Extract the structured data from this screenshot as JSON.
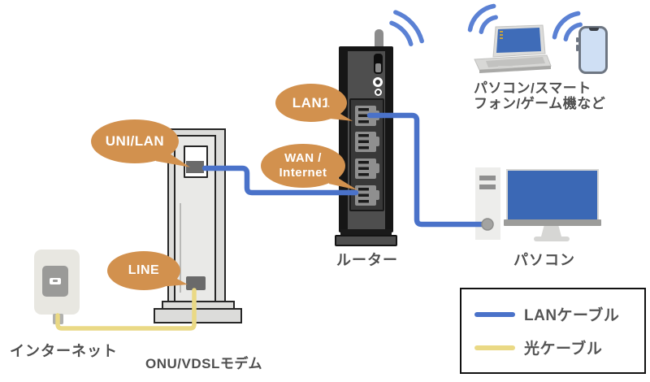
{
  "bubbles": {
    "uni_lan": "UNI/LAN",
    "lan1": "LAN1",
    "wan_line1": "WAN /",
    "wan_line2": "Internet",
    "line": "LINE"
  },
  "labels": {
    "internet": "インターネット",
    "modem": "ONU/VDSLモデム",
    "router": "ルーター",
    "pc": "パソコン",
    "wireless_devices_line1": "パソコン/スマート",
    "wireless_devices_line2": "フォン/ゲーム機など"
  },
  "legend": {
    "lan_cable": "LANケーブル",
    "optical_cable": "光ケーブル"
  },
  "colors": {
    "bubble_orange": "#d2914e",
    "lan_cable_blue": "#4a72c9",
    "optical_cable_yellow": "#ead985",
    "wifi_blue": "#5b81d4",
    "screen_blue": "#3b68b5"
  }
}
